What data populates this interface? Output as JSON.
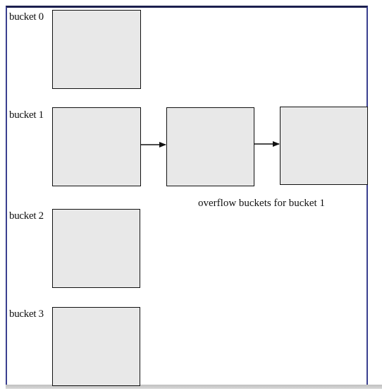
{
  "diagram": {
    "buckets": [
      {
        "label": "bucket 0"
      },
      {
        "label": "bucket 1"
      },
      {
        "label": "bucket 2"
      },
      {
        "label": "bucket 3"
      }
    ],
    "overflow_caption": "overflow  buckets for bucket 1",
    "colors": {
      "box_fill": "#e8e8e8",
      "box_border": "#111111",
      "frame_border": "#3a3f8f"
    }
  }
}
